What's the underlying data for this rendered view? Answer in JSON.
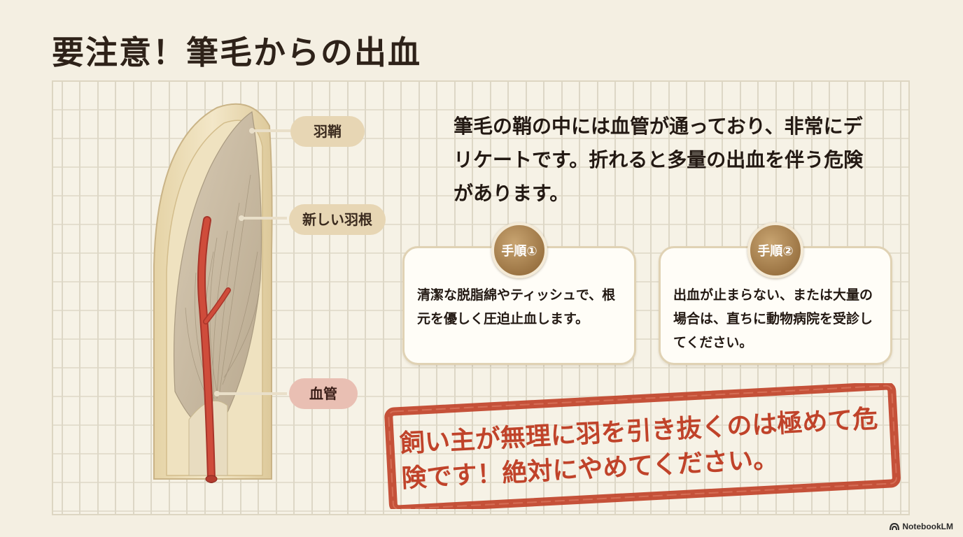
{
  "title": "要注意！筆毛からの出血",
  "labels": {
    "sheath": "羽鞘",
    "new_feather": "新しい羽根",
    "blood_vessel": "血管"
  },
  "intro": "筆毛の鞘の中には血管が通っており、非常にデリケートです。折れると多量の出血を伴う危険があります。",
  "steps": [
    {
      "badge": "手順①",
      "text": "清潔な脱脂綿やティッシュで、根元を優しく圧迫止血します。"
    },
    {
      "badge": "手順②",
      "text": "出血が止まらない、または大量の場合は、直ちに動物病院を受診してください。"
    }
  ],
  "warning": "飼い主が無理に羽を引き抜くのは極めて危険です！絶対にやめてください。",
  "brand": "NotebookLM",
  "colors": {
    "accent_red": "#c0432a",
    "badge_gold": "#a67e4b",
    "background": "#f4efe2"
  }
}
